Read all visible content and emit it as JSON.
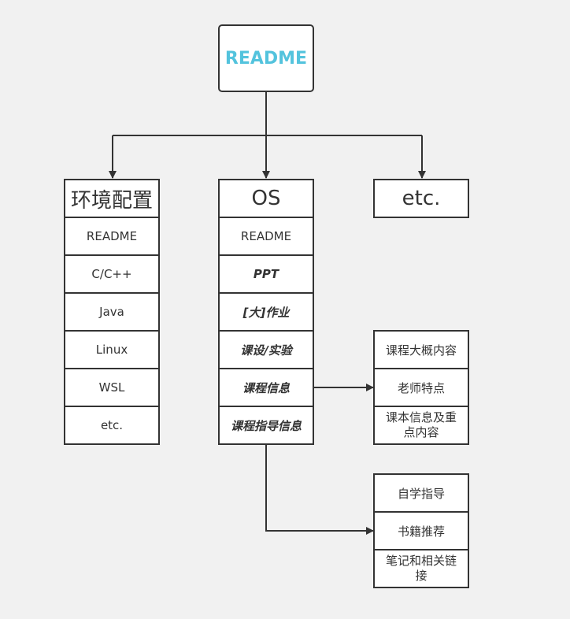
{
  "root": {
    "label": "README"
  },
  "columns": [
    {
      "title": "环境配置",
      "items": [
        "README",
        "C/C++",
        "Java",
        "Linux",
        "WSL",
        "etc."
      ]
    },
    {
      "title": "OS",
      "items": [
        "README",
        "PPT",
        "[大]作业",
        "课设/实验",
        "课程信息",
        "课程指导信息"
      ]
    },
    {
      "title": "etc.",
      "items": []
    }
  ],
  "course_info_details": [
    "课程大概内容",
    "老师特点",
    "课本信息及重点内容"
  ],
  "course_guide_details": [
    "自学指导",
    "书籍推荐",
    "笔记和相关链接"
  ],
  "colors": {
    "root_text": "#53c3dd",
    "stroke": "#333333",
    "background": "#f1f1f1"
  }
}
